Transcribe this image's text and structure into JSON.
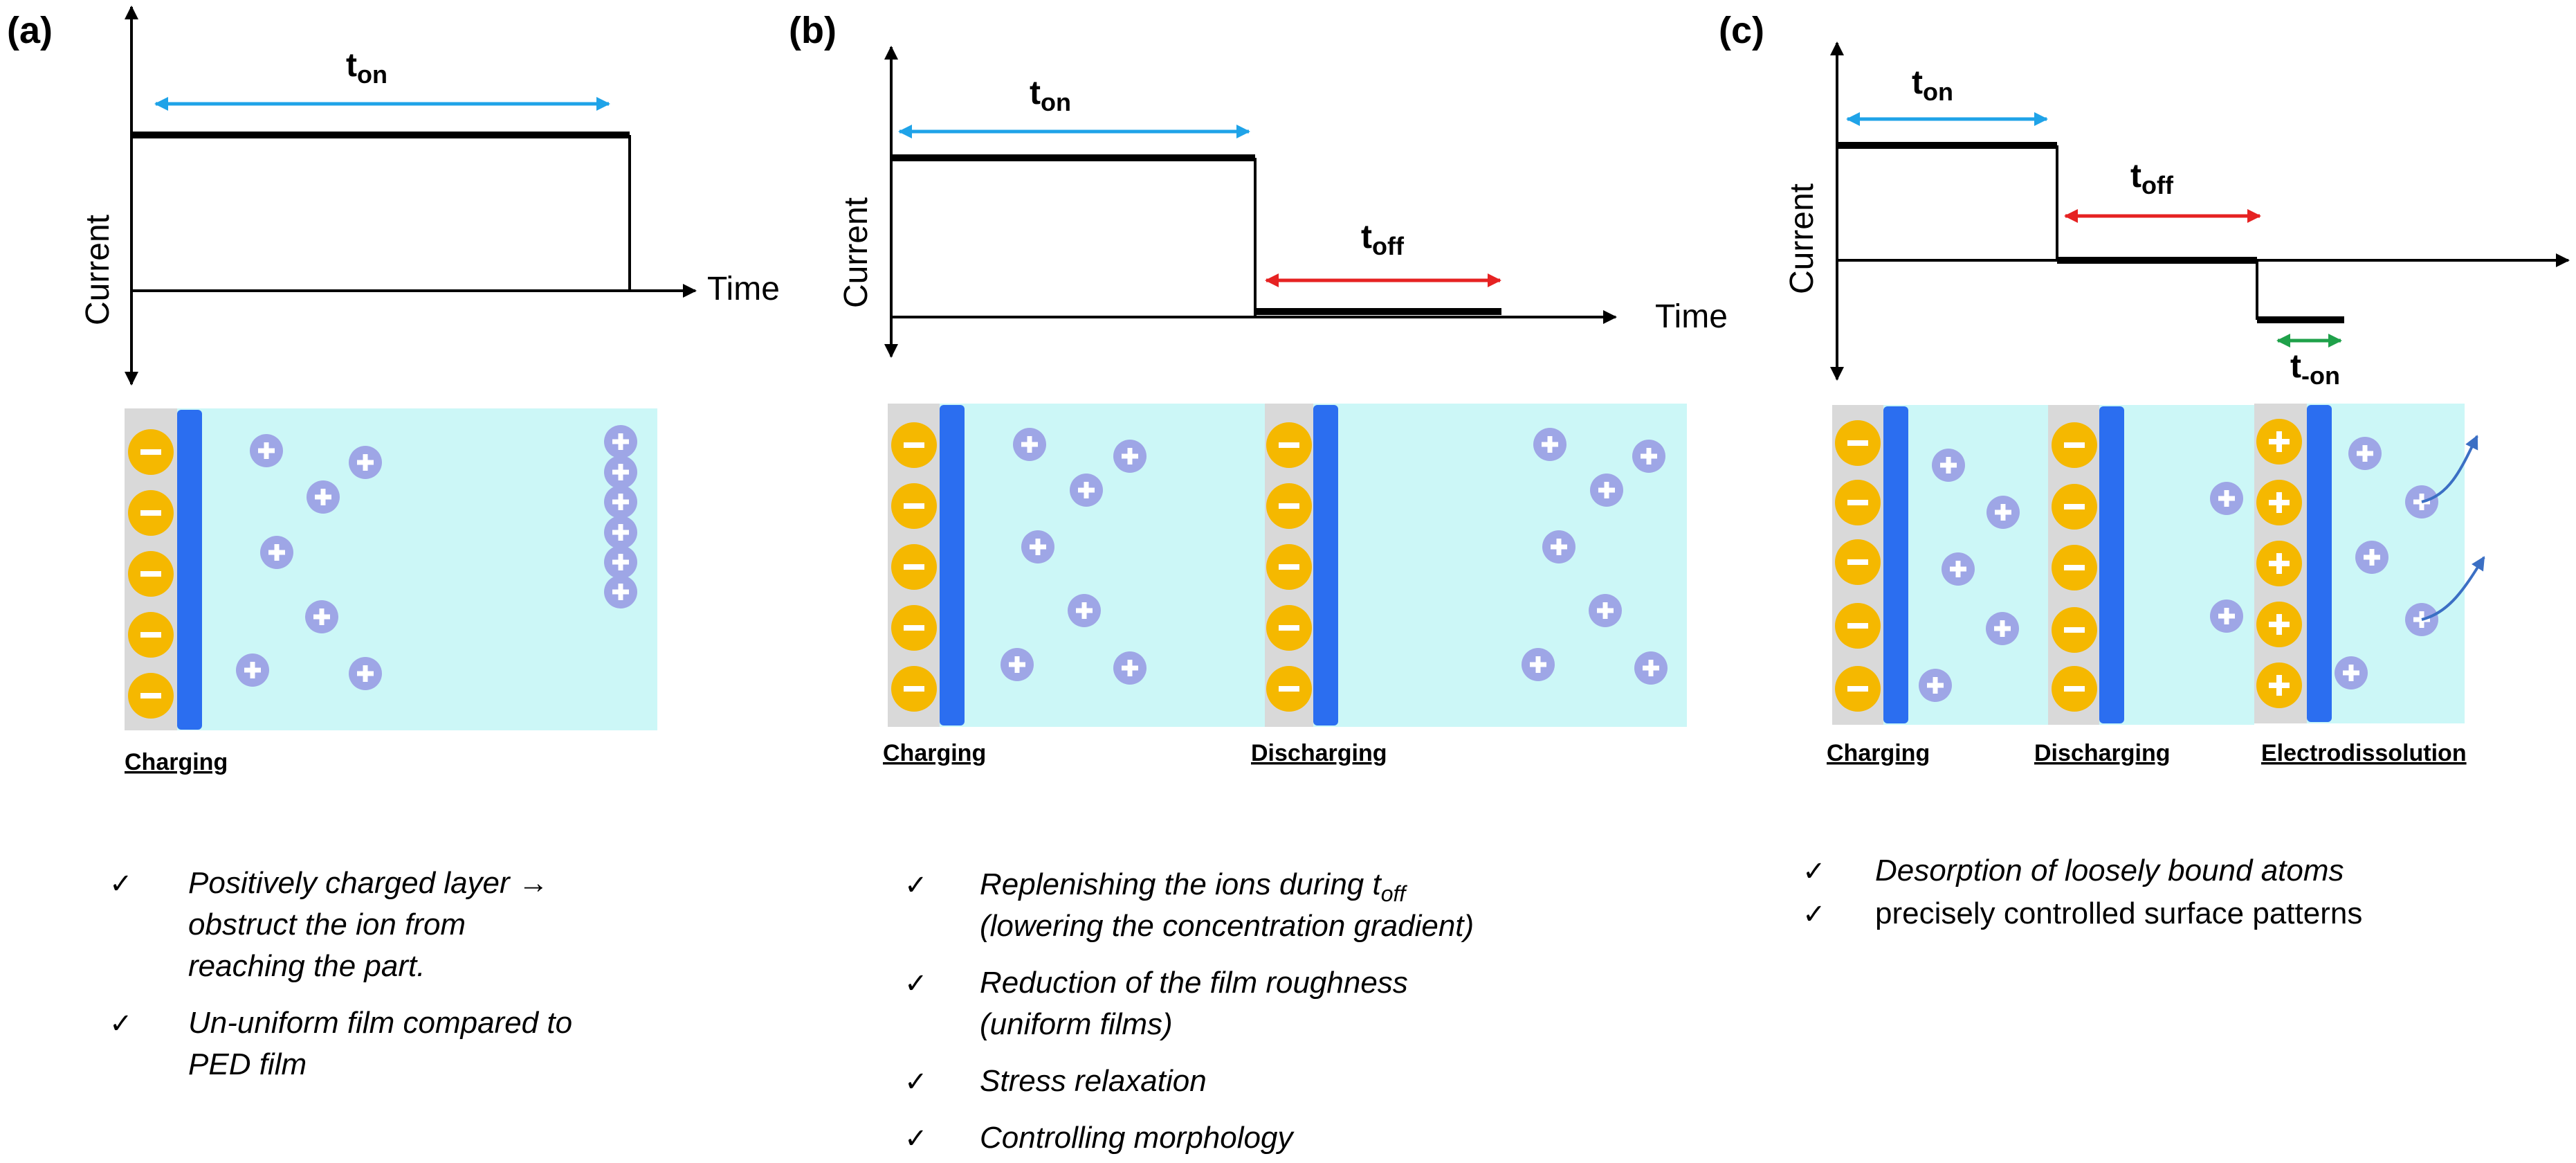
{
  "colors": {
    "electrolyte": "#ccf7f7",
    "cathode": "#d9d9d9",
    "film": "#2b6ef0",
    "neg_ion": "#f5b800",
    "pos_ion": "#9ea6e6",
    "t_on_arrow": "#1fa3e8",
    "t_off_arrow": "#e62222",
    "t_neg_on_arrow": "#1fa14a",
    "desorb_arrow": "#3b6fc4"
  },
  "panels": [
    {
      "id": "a",
      "letter": "(a)",
      "current_label": "Current",
      "time_label": "Time",
      "t_on": {
        "base": "t",
        "sub": "on"
      },
      "captions": [
        "Charging"
      ],
      "bullets": [
        [
          "Positively charged layer →",
          "obstruct the ion from",
          "reaching the part."
        ],
        [
          "Un-uniform film compared to",
          "PED film"
        ]
      ]
    },
    {
      "id": "b",
      "letter": "(b)",
      "current_label": "Current",
      "time_label": "Time",
      "t_on": {
        "base": "t",
        "sub": "on"
      },
      "t_off": {
        "base": "t",
        "sub": "off"
      },
      "captions": [
        "Charging",
        "Discharging"
      ],
      "bullets": [
        [
          "Replenishing the ions during t|off",
          "(lowering the concentration gradient)"
        ],
        [
          "Reduction of the film roughness",
          "(uniform films)"
        ],
        [
          "Stress relaxation"
        ],
        [
          "Controlling morphology"
        ]
      ]
    },
    {
      "id": "c",
      "letter": "(c)",
      "current_label": "Current",
      "t_on": {
        "base": "t",
        "sub": "on"
      },
      "t_off": {
        "base": "t",
        "sub": "off"
      },
      "t_neg_on": {
        "base": "t",
        "sub": "-on"
      },
      "captions": [
        "Charging",
        "Discharging",
        "Electrodissolution"
      ],
      "bullets": [
        [
          "Desorption of loosely bound atoms"
        ],
        [
          "precisely controlled surface patterns"
        ]
      ]
    }
  ],
  "check_mark": "✓",
  "neg_symbol": "−",
  "pos_symbol": "+"
}
